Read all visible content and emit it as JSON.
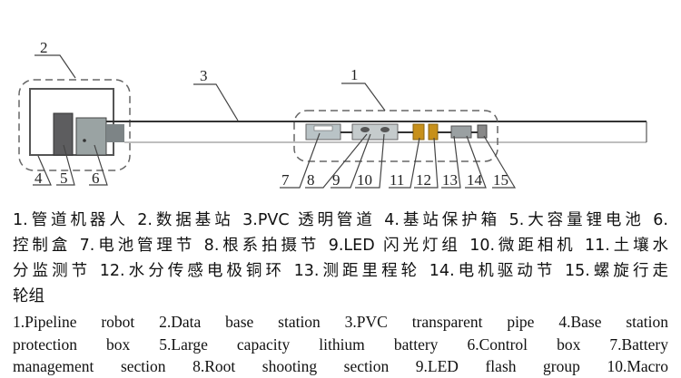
{
  "figure": {
    "labels": [
      "1",
      "2",
      "3",
      "4",
      "5",
      "6",
      "7",
      "8",
      "9",
      "10",
      "11",
      "12",
      "13",
      "14",
      "15"
    ]
  },
  "caption_zh": {
    "lines": [
      "1.管道机器人 2.数据基站 3.PVC 透明管道 4.基站保护箱 5.大容量锂电池 6.",
      "控制盒 7.电池管理节 8.根系拍摄节 9.LED 闪光灯组 10.微距相机 11.土壤水",
      "分监测节 12.水分传感电极铜环 13.测距里程轮 14.电机驱动节 15.螺旋行走",
      "轮组"
    ]
  },
  "caption_en": {
    "lines": [
      "1.Pipeline robot 2.Data base station 3.PVC transparent pipe 4.Base station",
      "protection box 5.Large capacity lithium battery 6.Control box 7.Battery",
      "management section 8.Root shooting section 9.LED flash group 10.Macro"
    ]
  }
}
